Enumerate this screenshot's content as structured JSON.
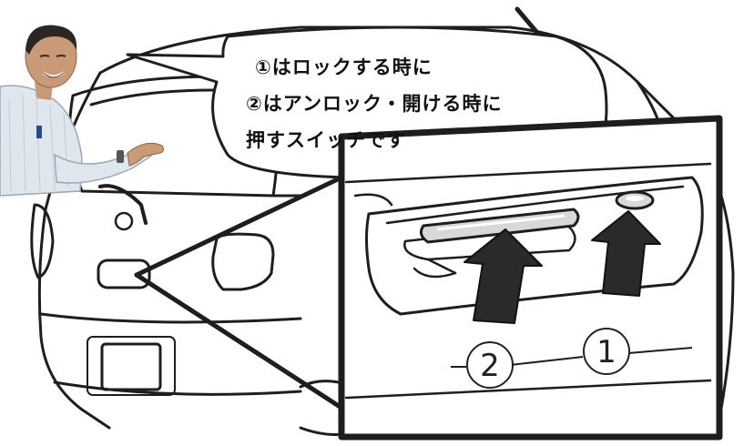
{
  "speech_bubble": {
    "line1": "①はロックする時に",
    "line2": "②はアンロック・開ける時に",
    "line3": "押すスイッチです"
  },
  "callouts": {
    "lock": "1",
    "unlock": "2"
  },
  "colors": {
    "line": "#1e1e1e",
    "arrow": "#2a2a2a",
    "skin": "#c99a78",
    "shirt": "#dfe6ee",
    "hair": "#2b2624"
  }
}
